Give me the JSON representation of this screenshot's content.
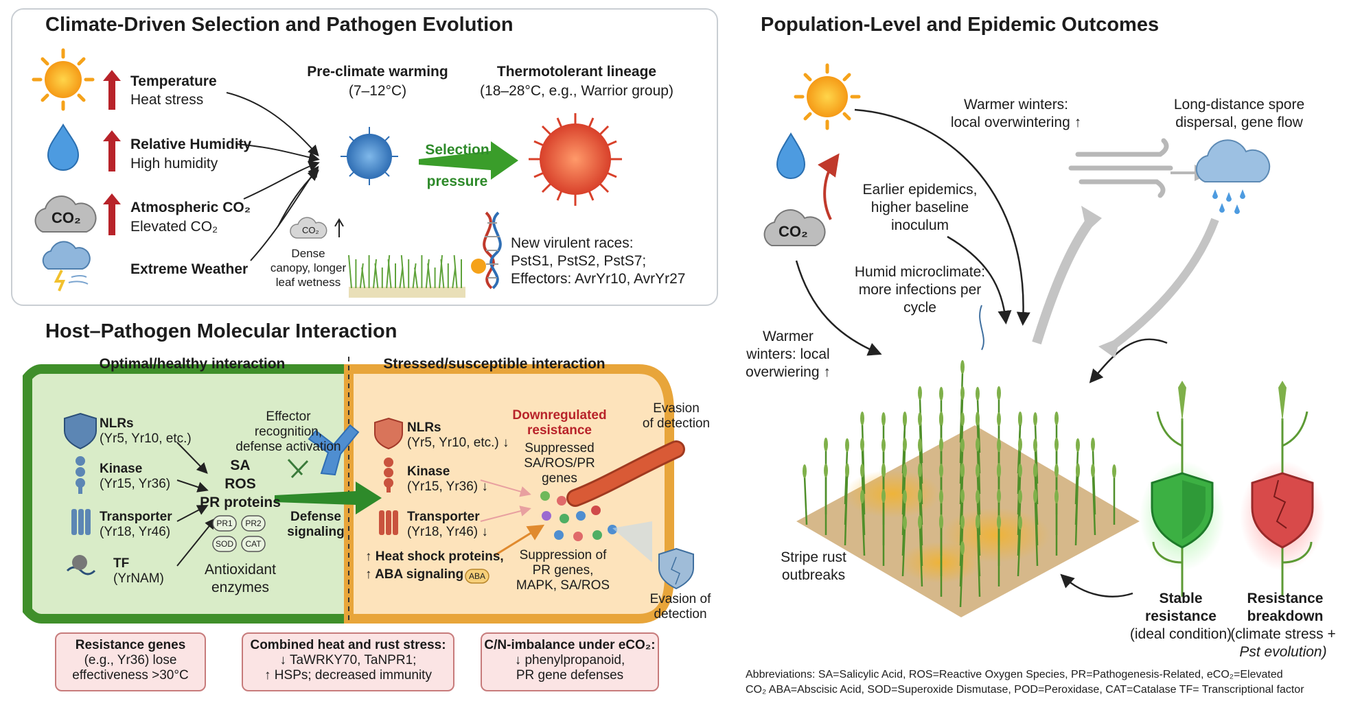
{
  "panel_a": {
    "title": "Climate-Driven Selection and Pathogen Evolution",
    "factors": [
      {
        "name": "Temperature",
        "desc": "Heat stress"
      },
      {
        "name": "Relative Humidity",
        "desc": "High humidity"
      },
      {
        "name": "Atmospheric CO₂",
        "desc": "Elevated CO₂"
      },
      {
        "name": "Extreme Weather",
        "desc": ""
      }
    ],
    "co2_icon": "CO₂",
    "pre_warming": {
      "title": "Pre-climate warming",
      "range": "(7–12°C)"
    },
    "thermotolerant": {
      "title": "Thermotolerant lineage",
      "range": "(18–28°C, e.g., Warrior group)"
    },
    "selection": [
      "Selection",
      "pressure"
    ],
    "canopy": [
      "Dense",
      "canopy, longer",
      "leaf wetness"
    ],
    "races": [
      "New virulent races:",
      "PstS1, PstS2, PstS7;",
      "Effectors: AvrYr10, AvrYr27"
    ]
  },
  "panel_b": {
    "title": "Host–Pathogen Molecular Interaction",
    "optimal_title": "Optimal/healthy interaction",
    "stressed_title": "Stressed/susceptible interaction",
    "healthy_items": [
      {
        "name": "NLRs",
        "sub": "(Yr5, Yr10, etc.)"
      },
      {
        "name": "Kinase",
        "sub": "(Yr15, Yr36)"
      },
      {
        "name": "Transporter",
        "sub": "(Yr18, Yr46)"
      },
      {
        "name": "TF",
        "sub": "(YrNAM)"
      }
    ],
    "signals": [
      "SA",
      "ROS",
      "PR proteins"
    ],
    "enzymes": [
      "PR1",
      "PR2",
      "SOD",
      "CAT"
    ],
    "antioxidant": [
      "Antioxidant",
      "enzymes"
    ],
    "effector": [
      "Effector",
      "recognition,",
      "defense activation"
    ],
    "defense": [
      "Defense",
      "signaling"
    ],
    "stressed_items": [
      {
        "name": "NLRs",
        "sub": "(Yr5, Yr10, etc.) ↓"
      },
      {
        "name": "Kinase",
        "sub": "(Yr15, Yr36) ↓"
      },
      {
        "name": "Transporter",
        "sub": "(Yr18, Yr46) ↓"
      }
    ],
    "heat_shock": "↑ Heat shock proteins,",
    "aba": "↑ ABA signaling",
    "aba_badge": "ABA",
    "downreg": [
      "Downregulated",
      "resistance"
    ],
    "suppressed": [
      "Suppressed",
      "SA/ROS/PR",
      "genes"
    ],
    "suppression": [
      "Suppression of",
      "PR genes,",
      "MAPK, SA/ROS"
    ],
    "evasion_top": [
      "Evasion",
      "of detection"
    ],
    "evasion_bottom": [
      "Evasion of",
      "detection"
    ],
    "boxes": [
      {
        "title": "Resistance genes",
        "lines": [
          "(e.g., Yr36) lose",
          "effectiveness >30°C"
        ]
      },
      {
        "title": "Combined heat and rust stress:",
        "lines": [
          "↓ TaWRKY70, TaNPR1;",
          "↑ HSPs; decreased immunity"
        ]
      },
      {
        "title": "C/N-imbalance under eCO₂:",
        "lines": [
          "↓ phenylpropanoid,",
          "PR gene defenses"
        ]
      }
    ]
  },
  "panel_c": {
    "title": "Population-Level and Epidemic Outcomes",
    "co2_icon": "CO₂",
    "warmer_top": [
      "Warmer winters:",
      "local overwintering ↑"
    ],
    "spore": [
      "Long-distance spore",
      "dispersal, gene flow"
    ],
    "earlier": [
      "Earlier epidemics,",
      "higher baseline",
      "inoculum"
    ],
    "humid": [
      "Humid microclimate:",
      "more infections per",
      "cycle"
    ],
    "warmer_left": [
      "Warmer",
      "winters: local",
      "overwiering ↑"
    ],
    "stripe": [
      "Stripe rust",
      "outbreaks"
    ],
    "stable": {
      "title": [
        "Stable",
        "resistance"
      ],
      "sub": "(ideal condition)"
    },
    "breakdown": {
      "title": [
        "Resistance",
        "breakdown"
      ],
      "sub": [
        "(climate stress +",
        "Pst evolution)"
      ]
    },
    "abbrev": [
      "Abbreviations: SA=Salicylic Acid, ROS=Reactive Oxygen Species, PR=Pathogenesis-Related, eCO₂=Elevated",
      "CO₂  ABA=Abscisic Acid, SOD=Superoxide Dismutase, POD=Peroxidase, CAT=Catalase  TF= Transcriptional factor"
    ]
  },
  "colors": {
    "arrow_red": "#b8232a",
    "selection_green": "#3a9d2a",
    "healthy_bg": "#d9ecc8",
    "stressed_bg": "#fde3bb",
    "pathogen_blue": "#3f86c6",
    "pathogen_red": "#e8533a",
    "shield_green": "#3cb043",
    "shield_red": "#d84a4a"
  },
  "icons": [
    "sun-icon",
    "water-drop-icon",
    "co2-cloud-icon",
    "storm-cloud-icon",
    "dna-icon",
    "wind-icon",
    "rain-cloud-icon",
    "shield-icon",
    "cracked-shield-icon"
  ]
}
